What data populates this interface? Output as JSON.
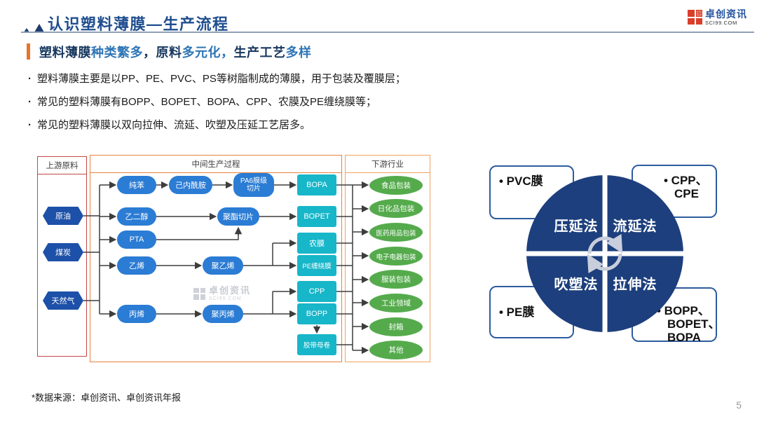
{
  "page": {
    "title": "认识塑料薄膜—生产流程",
    "source_note": "*数据来源：卓创资讯、卓创资讯年报",
    "page_number": "5"
  },
  "logo": {
    "name": "卓创资讯",
    "domain": "SCI99.COM"
  },
  "subtitle": {
    "segments": [
      {
        "text": "塑料薄膜",
        "highlight": false
      },
      {
        "text": "种类繁多",
        "highlight": true
      },
      {
        "text": "，原料",
        "highlight": false
      },
      {
        "text": "多元化，",
        "highlight": true
      },
      {
        "text": "生产工艺",
        "highlight": false
      },
      {
        "text": "多样",
        "highlight": true
      }
    ]
  },
  "bullets": [
    "塑料薄膜主要是以PP、PE、PVC、PS等树脂制成的薄膜，用于包装及覆膜层；",
    "常见的塑料薄膜有BOPP、BOPET、BOPA、CPP、农膜及PE缠绕膜等；",
    "常见的塑料薄膜以双向拉伸、流延、吹塑及压延工艺居多。"
  ],
  "flow": {
    "columns": {
      "upstream": "上游原料",
      "middle": "中间生产过程",
      "downstream": "下游行业"
    },
    "upstream": [
      "原油",
      "煤炭",
      "天然气"
    ],
    "intermediates": [
      "纯苯",
      "己内酰胺",
      "PA6膜级切片",
      "乙二醇",
      "聚酯切片",
      "PTA",
      "乙烯",
      "聚乙烯",
      "丙烯",
      "聚丙烯"
    ],
    "products": [
      "BOPA",
      "BOPET",
      "农膜",
      "PE缠绕膜",
      "CPP",
      "BOPP",
      "胶带母卷"
    ],
    "downstream": [
      "食品包装",
      "日化品包装",
      "医药用品包装",
      "电子电器包装",
      "服装包装",
      "工业领域",
      "封箱",
      "其他"
    ],
    "watermark": {
      "name": "卓创资讯",
      "domain": "SCI99.COM"
    }
  },
  "process_wheel": {
    "quadrants": [
      "压延法",
      "流延法",
      "吹塑法",
      "拉伸法"
    ],
    "callouts": [
      {
        "lines": [
          "• PVC膜"
        ]
      },
      {
        "lines": [
          "• CPP、",
          "CPE"
        ]
      },
      {
        "lines": [
          "• PE膜"
        ]
      },
      {
        "lines": [
          "• BOPP、",
          "BOPET、",
          "BOPA"
        ]
      }
    ]
  },
  "colors": {
    "title_blue": "#1f4e8f",
    "highlight_blue": "#2e75b6",
    "accent_orange": "#e8742a",
    "frame_red": "#c24846",
    "frame_orange": "#e8823c",
    "hexagon_blue": "#1d50a8",
    "pill_blue": "#2b7cd4",
    "product_cyan": "#17b6c9",
    "ellipse_green": "#55ab4c",
    "wheel_navy": "#1d3f7d",
    "logo_red": "#d93f2b"
  }
}
